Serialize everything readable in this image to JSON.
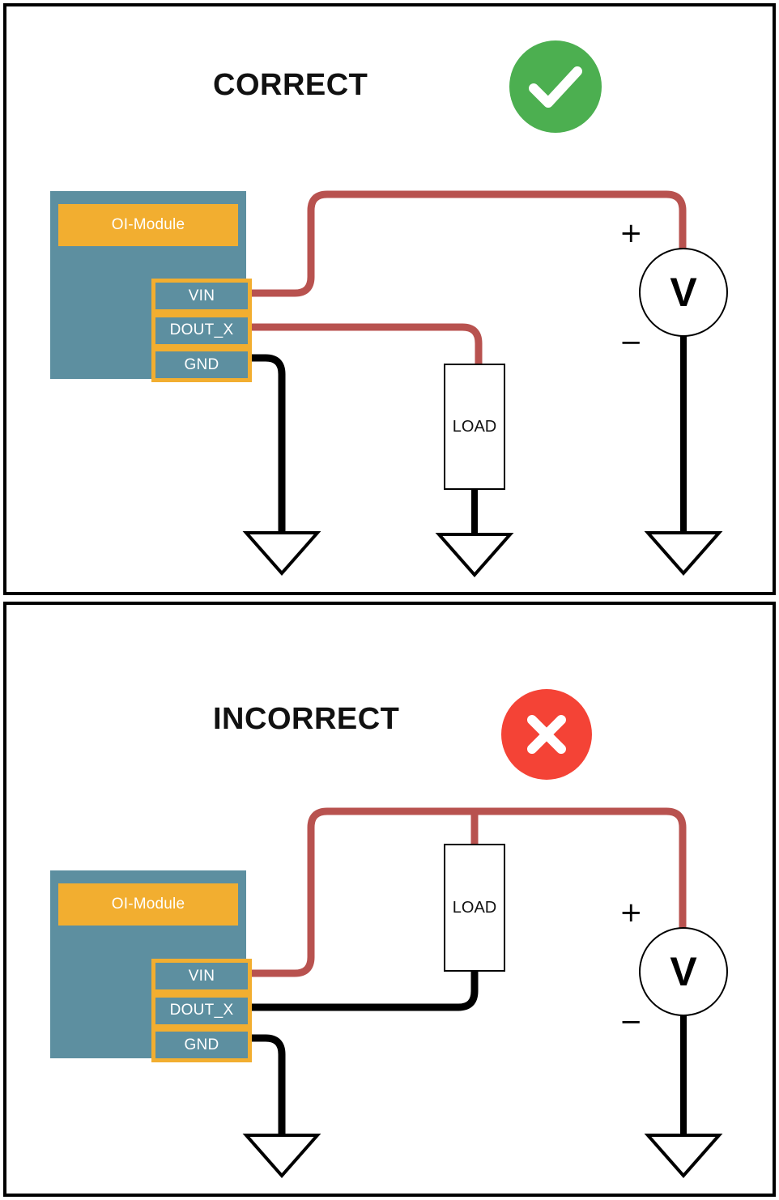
{
  "figure": {
    "title_correct": "CORRECT",
    "title_incorrect": "INCORRECT",
    "colors": {
      "module_body": "#5d8fa0",
      "module_accent": "#f2ae30",
      "wire_power": "#b8524f",
      "wire_ground": "#000000",
      "badge_ok": "#4caf50",
      "badge_bad": "#f44336",
      "panel_border": "#000000",
      "text": "#111111"
    }
  },
  "panels": [
    {
      "id": "correct",
      "title": "CORRECT",
      "badge": {
        "icon": "check-circle-icon",
        "color": "#4caf50",
        "symbol": "check"
      },
      "module": {
        "label": "OI-Module",
        "pins": [
          {
            "name": "VIN",
            "wire": "power"
          },
          {
            "name": "DOUT_X",
            "wire": "power"
          },
          {
            "name": "GND",
            "wire": "ground"
          }
        ]
      },
      "components": [
        {
          "name": "load",
          "label": "LOAD"
        },
        {
          "name": "voltmeter",
          "label": "V",
          "plus": "+",
          "minus": "−"
        },
        {
          "name": "ground-gnd-pin",
          "label": "ground-symbol"
        },
        {
          "name": "ground-load",
          "label": "ground-symbol"
        },
        {
          "name": "ground-voltmeter",
          "label": "ground-symbol"
        }
      ],
      "wiring_note": "VIN routes up and across to voltmeter plus terminal; DOUT_X routes across and down into LOAD top; GND drops to ground; LOAD bottom and voltmeter minus each drop to their own grounds."
    },
    {
      "id": "incorrect",
      "title": "INCORRECT",
      "badge": {
        "icon": "x-circle-icon",
        "color": "#f44336",
        "symbol": "cross"
      },
      "module": {
        "label": "OI-Module",
        "pins": [
          {
            "name": "VIN",
            "wire": "power"
          },
          {
            "name": "DOUT_X",
            "wire": "ground"
          },
          {
            "name": "GND",
            "wire": "ground"
          }
        ]
      },
      "components": [
        {
          "name": "load",
          "label": "LOAD"
        },
        {
          "name": "voltmeter",
          "label": "V",
          "plus": "+",
          "minus": "−"
        },
        {
          "name": "ground-gnd-pin",
          "label": "ground-symbol"
        },
        {
          "name": "ground-voltmeter",
          "label": "ground-symbol"
        }
      ],
      "wiring_note": "VIN routes up and across to voltmeter plus with a tee feeding LOAD top; DOUT_X routes across and up into LOAD bottom; GND drops to ground; voltmeter minus drops to ground."
    }
  ]
}
